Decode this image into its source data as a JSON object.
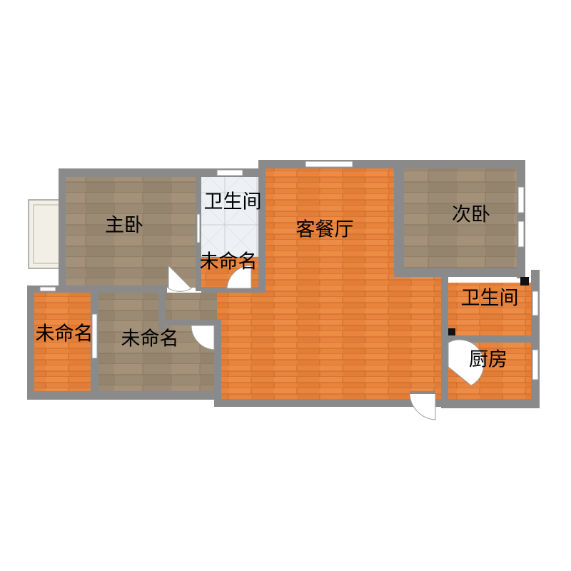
{
  "colors": {
    "wall": "#8a8a8a",
    "wood_floor": "#e8843d",
    "wood_floor_line": "#c96a2c",
    "wood_floor_light": "#f29a55",
    "carpet_floor": "#9b8a74",
    "carpet_floor_line": "#7f6f5c",
    "tile_floor": "#eef1f4",
    "tile_line": "#c9cfd6",
    "window": "#ffffff",
    "balcony": "#f2efe6"
  },
  "rooms": {
    "master_bedroom": {
      "label": "主卧",
      "floor": "carpet"
    },
    "bathroom_top": {
      "label": "卫生间",
      "floor": "tile"
    },
    "living_dining": {
      "label": "客餐厅",
      "floor": "wood"
    },
    "second_bedroom": {
      "label": "次卧",
      "floor": "carpet"
    },
    "unnamed_left": {
      "label": "未命名",
      "floor": "wood"
    },
    "unnamed_middle": {
      "label": "未命名",
      "floor": "carpet"
    },
    "unnamed_corridor": {
      "label": "未命名",
      "floor": "wood"
    },
    "bathroom_right": {
      "label": "卫生间",
      "floor": "wood"
    },
    "kitchen": {
      "label": "厨房",
      "floor": "wood"
    }
  }
}
